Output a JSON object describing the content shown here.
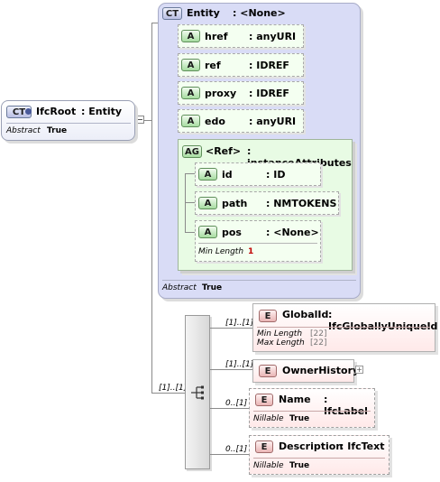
{
  "root": {
    "badge": "CT",
    "name": "IfcRoot",
    "type": ": Entity",
    "prop_label": "Abstract",
    "prop_value": "True"
  },
  "entity": {
    "badge": "CT",
    "name": "Entity",
    "type": ": <None>",
    "footer_label": "Abstract",
    "footer_value": "True",
    "attributes": [
      {
        "badge": "A",
        "name": "href",
        "type": ": anyURI"
      },
      {
        "badge": "A",
        "name": "ref",
        "type": ": IDREF"
      },
      {
        "badge": "A",
        "name": "proxy",
        "type": ": IDREF"
      },
      {
        "badge": "A",
        "name": "edo",
        "type": ": anyURI"
      }
    ],
    "group": {
      "badge": "AG",
      "name": "<Ref>",
      "type": ": instanceAttributes",
      "attributes": [
        {
          "badge": "A",
          "name": "id",
          "type": ": ID"
        },
        {
          "badge": "A",
          "name": "path",
          "type": ": NMTOKENS"
        },
        {
          "badge": "A",
          "name": "pos",
          "type": ": <None>",
          "prop_label": "Min Length",
          "prop_value": "1"
        }
      ]
    }
  },
  "sequence": {
    "cardinality": "[1]..[1]"
  },
  "elements": [
    {
      "badge": "E",
      "name": "GlobalId",
      "type": ": IfcGloballyUniqueId",
      "cardinality": "[1]..[1]",
      "props": [
        {
          "label": "Min Length",
          "value": "[22]"
        },
        {
          "label": "Max Length",
          "value": "[22]"
        }
      ]
    },
    {
      "badge": "E",
      "name": "OwnerHistory",
      "type": "",
      "cardinality": "[1]..[1]",
      "expand": "+"
    },
    {
      "badge": "E",
      "name": "Name",
      "type": ": IfcLabel",
      "cardinality": "0..[1]",
      "props": [
        {
          "label": "Nillable",
          "value": "True"
        }
      ]
    },
    {
      "badge": "E",
      "name": "Description",
      "type": ": IfcText",
      "cardinality": "0..[1]",
      "props": [
        {
          "label": "Nillable",
          "value": "True"
        }
      ]
    }
  ]
}
